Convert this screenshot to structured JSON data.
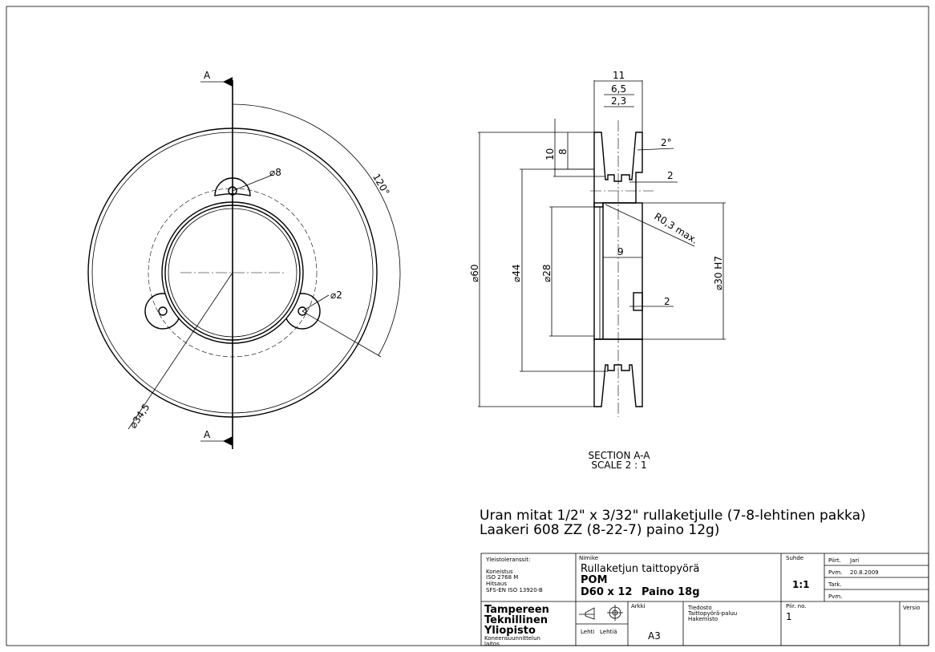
{
  "front_view": {
    "section_label_top": "A",
    "section_label_bottom": "A",
    "dim_hole_dia": "⌀8",
    "dim_small_hole": "⌀2",
    "dim_angle": "120°",
    "dim_pcd": "⌀34,5"
  },
  "section_view": {
    "dim_width": "11",
    "dim_groove_width": "6,5",
    "dim_groove_bottom": "2,3",
    "dim_groove_depth_10": "10",
    "dim_groove_depth_8": "8",
    "dim_draft": "2°",
    "dim_step_top": "2",
    "dim_step_bottom": "2",
    "dim_outer": "⌀60",
    "dim_groove_dia": "⌀44",
    "dim_inner": "⌀28",
    "dim_bore": "⌀30 H7",
    "dim_bore_depth": "9",
    "dim_radius": "R0,3 max.",
    "caption_line1": "SECTION A-A",
    "caption_line2": "SCALE 2 : 1"
  },
  "notes": {
    "line1": "Uran mitat 1/2\" x 3/32\" rullaketjulle (7-8-lehtinen pakka)",
    "line2": "Laakeri 608 ZZ   (8-22-7) paino 12g)"
  },
  "title_block": {
    "tolerances_label": "Yleistoleranssit:",
    "tol_lines": [
      "Koneistus",
      "ISO 2768 M",
      "Hitsaus",
      "SFS-EN ISO 13920-B"
    ],
    "name_label": "Nimike",
    "name_line1": "Rullaketjun taittopyörä",
    "name_line2": "POM",
    "name_line3a": "D60 x 12",
    "name_line3b": "Paino 18g",
    "scale_label": "Suhde",
    "scale_value": "1:1",
    "drawn_label": "Piirt.",
    "drawn_value": "Jari",
    "date_label": "Pvm.",
    "date_value": "20.8.2009",
    "checked_label": "Tark.",
    "date2_label": "Pvm.",
    "org_line1": "Tampereen",
    "org_line2": "Teknillinen",
    "org_line3": "Yliopisto",
    "org_line4": "Koneensuunnittelun",
    "org_line5": "laitos",
    "sheet_label": "Lehti",
    "sheets_label": "Lehtiä",
    "size_label": "Arkki",
    "size_value": "A3",
    "file_label": "Tiedosto",
    "file_value": "Taittopyörä-paluu",
    "dir_label": "Hakemisto",
    "drawing_no_label": "Piir. no.",
    "drawing_no_value": "1",
    "version_label": "Versio"
  }
}
